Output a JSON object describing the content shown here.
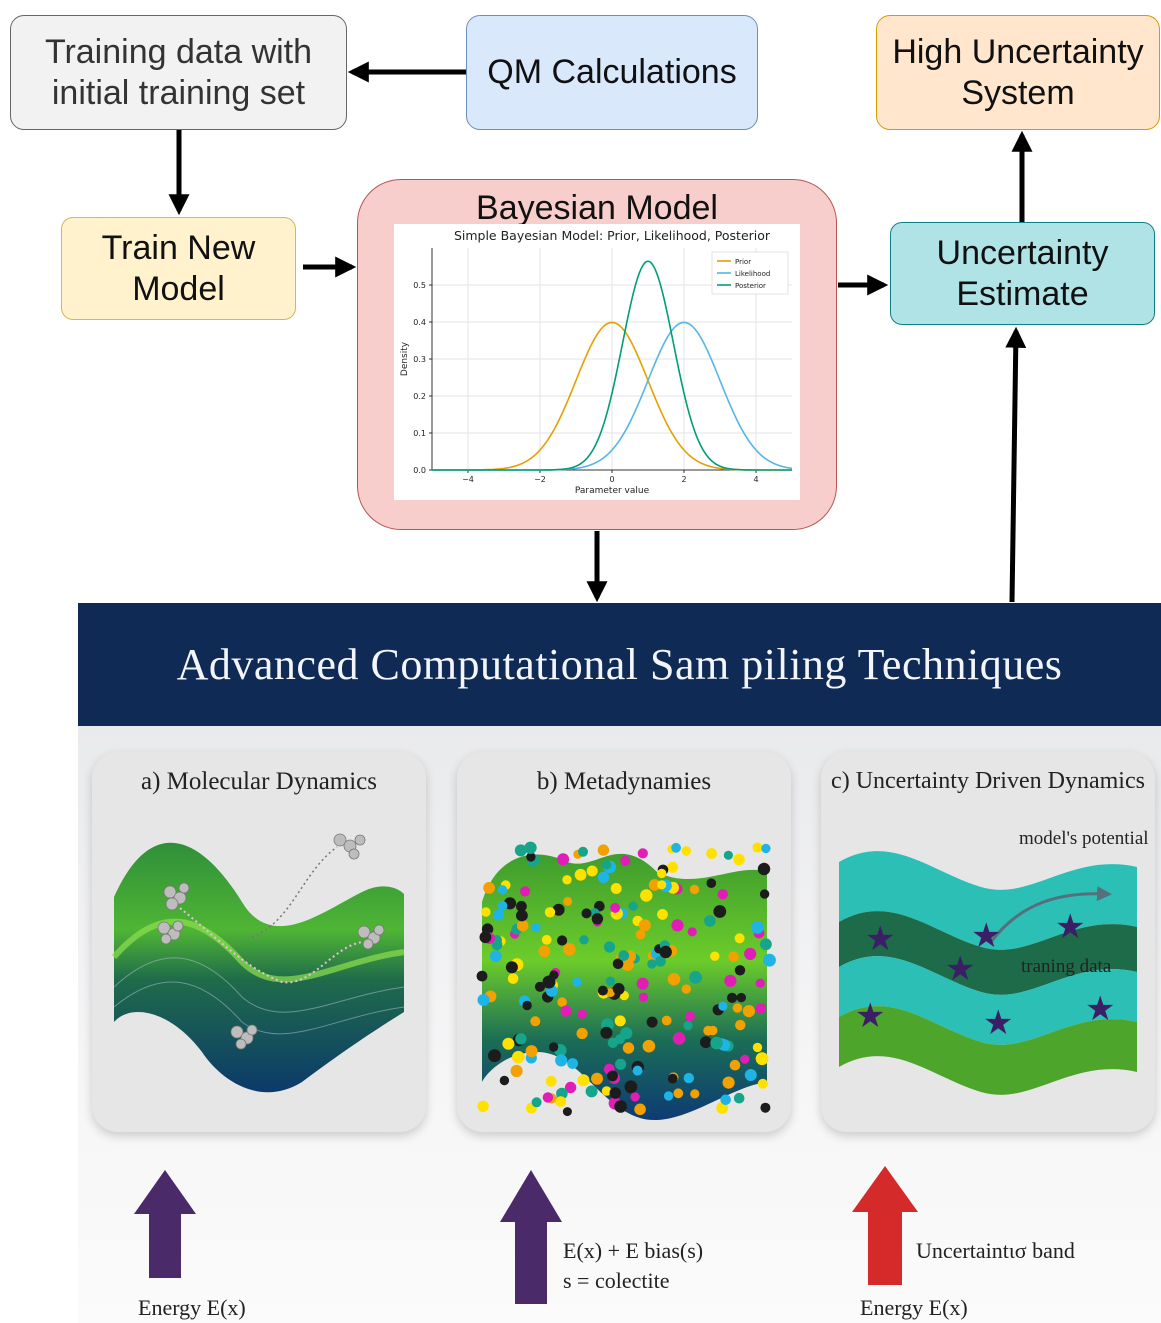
{
  "flow": {
    "training_data": "Training data with initial training set",
    "qm_calculations": "QM Calculations",
    "high_uncertainty": "High Uncertainty System",
    "train_new_model": "Train New Model",
    "bayesian_model": "Bayesian Model",
    "uncertainty_estimate": "Uncertainty Estimate"
  },
  "colors": {
    "training_data_fill": "#f2f2f2",
    "qm_fill": "#dae8fc",
    "high_uncertainty_fill": "#ffe6cc",
    "train_fill": "#fff2cc",
    "bayesian_fill": "#f8cecc",
    "uncertainty_fill": "#b0e3e6",
    "banner": "#0e2a55",
    "prior": "#e69f00",
    "likelihood": "#56b4e9",
    "posterior": "#009e73",
    "arrow_purple": "#4a2a68",
    "arrow_red": "#d42a2a"
  },
  "chart_data": {
    "type": "line",
    "title": "Simple Bayesian Model: Prior, Likelihood, Posterior",
    "xlabel": "Parameter value",
    "ylabel": "Density",
    "xlim": [
      -5,
      5
    ],
    "ylim": [
      0,
      0.6
    ],
    "x_ticks": [
      "−4",
      "−2",
      "0",
      "2",
      "4"
    ],
    "y_ticks": [
      "0.0",
      "0.1",
      "0.2",
      "0.3",
      "0.4",
      "0.5"
    ],
    "grid": true,
    "legend": "top-right",
    "series": [
      {
        "name": "Prior",
        "distribution": "normal",
        "mean": 0,
        "sd": 1
      },
      {
        "name": "Likelihood",
        "distribution": "normal",
        "mean": 2,
        "sd": 1
      },
      {
        "name": "Posterior",
        "distribution": "normal",
        "mean": 1,
        "sd": 0.707
      }
    ]
  },
  "banner": {
    "title": "Advanced Computational Sam piling Techniques"
  },
  "panels": {
    "a_title": "a) Molecular Dynamics",
    "b_title": "b) Metadynamies",
    "c_title": "c) Uncertainty Driven Dynamics",
    "c_label_potential": "model's potential",
    "c_label_training": "traning data"
  },
  "captions": {
    "a": "Energy E(x)",
    "b_line1": "E(x) + E  bias(s)",
    "b_line2": "s = colectite",
    "c_line1": "Uncertaintισ band",
    "c_line2": "Energy E(x)"
  }
}
